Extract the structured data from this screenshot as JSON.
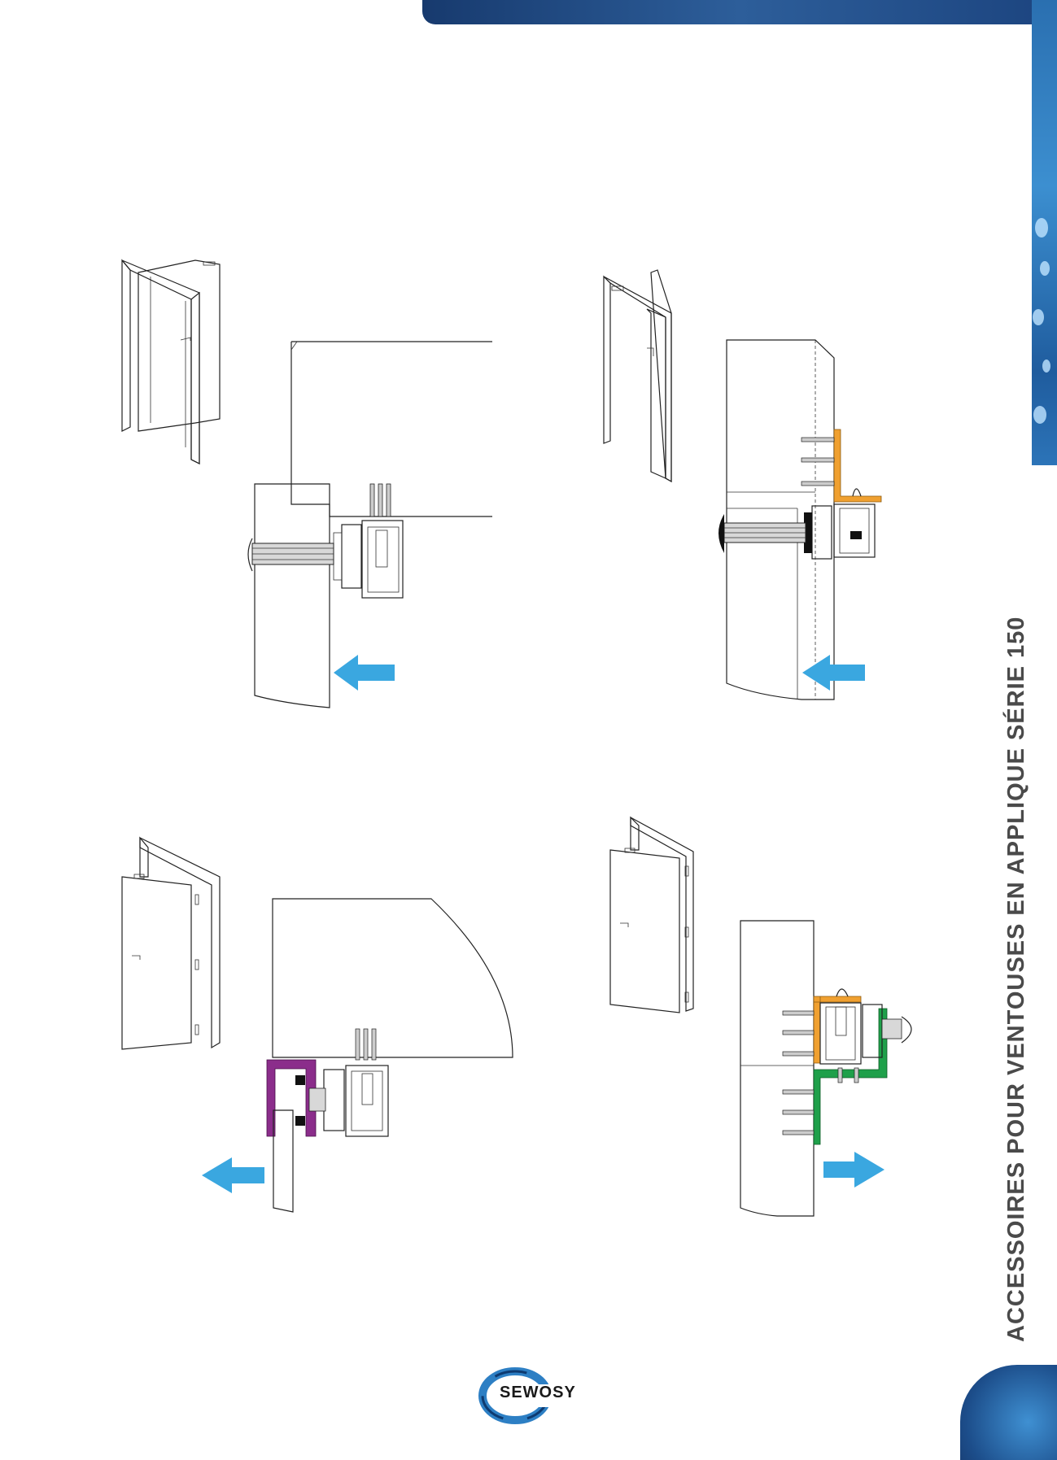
{
  "page": {
    "side_title": "ACCESSOIRES POUR VENTOUSES EN APPLIQUE SÉRIE 150",
    "logo_text": "SEWOSY"
  },
  "colors": {
    "band_blue": "#1c447f",
    "arrow_blue": "#3aa7e0",
    "orange_bracket": "#f0a030",
    "purple_bracket": "#8b2d8b",
    "green_bracket": "#1fa04a",
    "title_gray": "#4a4a4a"
  },
  "figures": [
    {
      "name": "figure-top-left",
      "bracket": "none",
      "arrow_direction": "left"
    },
    {
      "name": "figure-top-right",
      "bracket": "orange",
      "arrow_direction": "left"
    },
    {
      "name": "figure-bottom-left",
      "bracket": "purple",
      "arrow_direction": "left"
    },
    {
      "name": "figure-bottom-right",
      "bracket": "green",
      "arrow_direction": "right"
    }
  ]
}
